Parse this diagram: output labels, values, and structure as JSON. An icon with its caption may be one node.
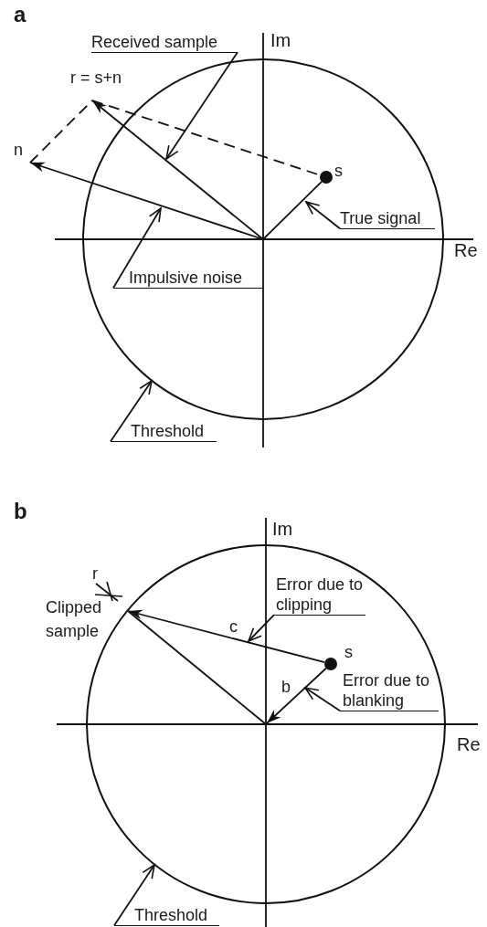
{
  "diagram": {
    "nodes": [
      {
        "text": [
          "r = s+n"
        ]
      },
      {
        "text": [
          "n"
        ]
      },
      {
        "text": [
          "s"
        ]
      },
      {
        "text": [
          "Received sample"
        ]
      },
      {
        "text": [
          "True signal"
        ]
      },
      {
        "text": [
          "Impulsive noise"
        ]
      },
      {
        "text": [
          "Threshold"
        ]
      },
      {
        "text": [
          "r"
        ]
      },
      {
        "text": [
          "Clipped sample"
        ]
      },
      {
        "text": [
          "s"
        ]
      },
      {
        "text": [
          "Error due to clipping"
        ]
      },
      {
        "text": [
          "Error due to blanking"
        ]
      },
      {
        "text": [
          "Threshold"
        ]
      }
    ],
    "edges": [
      {
        "from": null,
        "to": 0,
        "arrow": "to"
      },
      {
        "from": null,
        "to": 1,
        "arrow": "to"
      },
      {
        "from": null,
        "to": 2,
        "arrow": "none"
      },
      {
        "from": 1,
        "to": 0,
        "arrow": "none",
        "style": "dashed"
      },
      {
        "from": 0,
        "to": 2,
        "arrow": "none",
        "style": "dashed"
      },
      {
        "from": 3,
        "to": null,
        "arrow": "to"
      },
      {
        "from": 4,
        "to": null,
        "arrow": "to"
      },
      {
        "from": 5,
        "to": null,
        "arrow": "to"
      },
      {
        "from": 6,
        "to": null,
        "arrow": "to"
      },
      {
        "from": null,
        "to": 8,
        "arrow": "none"
      },
      {
        "from": 9,
        "to": 8,
        "arrow": "to",
        "label": "c"
      },
      {
        "from": 9,
        "to": null,
        "arrow": "to",
        "label": "b"
      },
      {
        "from": 10,
        "to": null,
        "arrow": "to"
      },
      {
        "from": 11,
        "to": null,
        "arrow": "to"
      },
      {
        "from": 12,
        "to": null,
        "arrow": "to"
      }
    ],
    "labels": [
      "a",
      "Im",
      "Re",
      "b",
      "Im",
      "Re"
    ]
  }
}
